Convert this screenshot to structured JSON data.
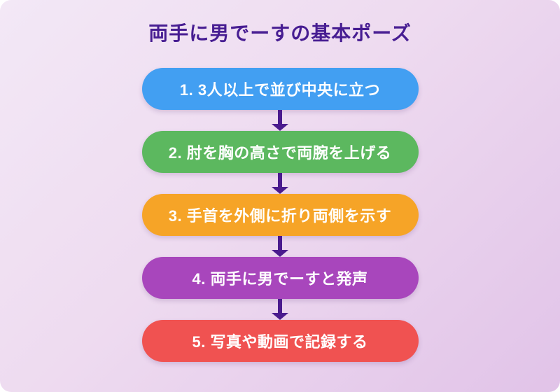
{
  "page": {
    "title": "両手に男でーすの基本ポーズ"
  },
  "flowchart": {
    "steps": [
      {
        "label": "1. 3人以上で並び中央に立つ",
        "color": "#429ff2"
      },
      {
        "label": "2. 肘を胸の高さで両腕を上げる",
        "color": "#5cb85f"
      },
      {
        "label": "3. 手首を外側に折り両側を示す",
        "color": "#f6a427"
      },
      {
        "label": "4. 両手に男でーすと発声",
        "color": "#a846bc"
      },
      {
        "label": "5. 写真や動画で記録する",
        "color": "#f05251"
      }
    ],
    "arrow_color": "#4a1b8e"
  },
  "colors": {
    "title": "#471d92",
    "background_start": "#f3e8f6",
    "background_end": "#e1c3e8",
    "step_text": "#ffffff"
  }
}
